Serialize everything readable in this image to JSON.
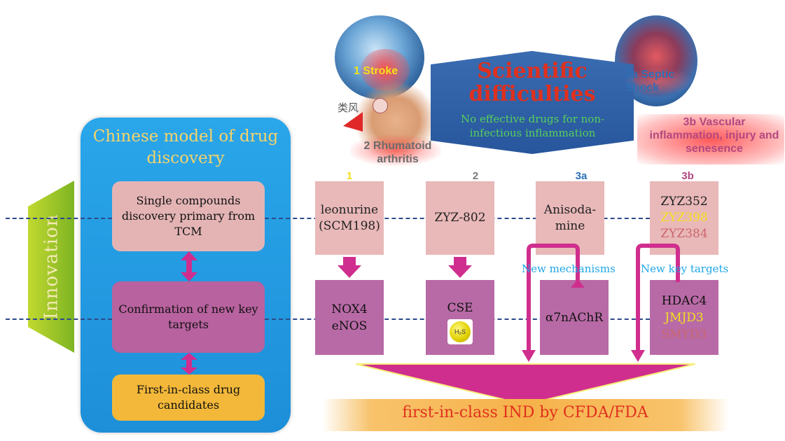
{
  "model": {
    "title": "Chinese model of drug discovery",
    "step1": "Single compounds discovery primary from TCM",
    "step2": "Confirmation of new key targets",
    "step3": "First-in-class drug candidates"
  },
  "innovation_label": "Innovation",
  "difficulties": {
    "title": "Scientific difficulties",
    "subtitle": "No effective drugs for non-infectious inflammation"
  },
  "diseases": {
    "stroke": "1 Stroke",
    "ra": "2 Rhumatoid arthritis",
    "septic": "3a Septic Shock",
    "vascular": "3b Vascular inflammation, injury and senesence",
    "hand_caption": "类风"
  },
  "columns": [
    {
      "num": "1",
      "num_color": "#f2e11d",
      "compound": "leonurine (SCM198)",
      "target_lines": [
        "NOX4",
        "eNOS"
      ]
    },
    {
      "num": "2",
      "num_color": "#7a7a7a",
      "compound": "ZYZ-802",
      "target_lines": [
        "CSE"
      ],
      "badge": "H₂S"
    },
    {
      "num": "3a",
      "num_color": "#2d6fb6",
      "compound": "Anisoda-mine",
      "target_lines": [
        "α7nAChR"
      ]
    },
    {
      "num": "3b",
      "num_color": "#b4477f",
      "compound_lines": [
        {
          "text": "ZYZ352",
          "color": "#222222"
        },
        {
          "text": "ZYZ398",
          "color": "#f2e11d"
        },
        {
          "text": "ZYZ384",
          "color": "#c9666e"
        }
      ],
      "target_lines": [
        {
          "text": "HDAC4",
          "color": "#111111"
        },
        {
          "text": "JMJD3",
          "color": "#f2e11d"
        },
        {
          "text": "SMYD3",
          "color": "#c9666e"
        }
      ]
    }
  ],
  "labels": {
    "new_mechanisms": "New mechanisms",
    "new_key_targets": "New key targets"
  },
  "ind_label": "first-in-class IND by CFDA/FDA",
  "colors": {
    "panel_blue": "#1d8fd9",
    "magenta": "#d02e8e",
    "accent_red": "#e0301e",
    "label_cyan": "#1ea6e6"
  }
}
